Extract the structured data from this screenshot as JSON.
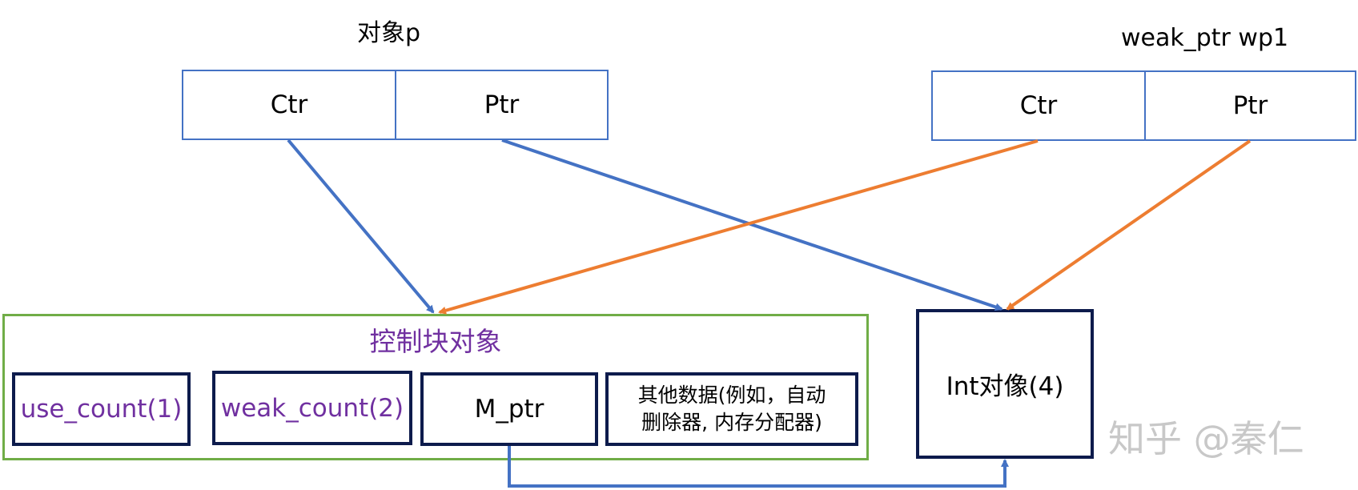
{
  "object_p": {
    "title": "对象p",
    "ctr_label": "Ctr",
    "ptr_label": "Ptr"
  },
  "weak_ptr": {
    "title": "weak_ptr wp1",
    "ctr_label": "Ctr",
    "ptr_label": "Ptr"
  },
  "control_block": {
    "title": "控制块对象",
    "use_count": "use_count(1)",
    "weak_count": "weak_count(2)",
    "m_ptr": "M_ptr",
    "other_data_line1": "其他数据(例如，自动",
    "other_data_line2": "删除器, 内存分配器)"
  },
  "int_object": {
    "label": "Int对像(4)"
  },
  "watermark": "知乎 @秦仁",
  "colors": {
    "shared_arrow": "#4472c4",
    "weak_arrow": "#ed7d31",
    "control_block_border": "#70ad47",
    "count_text": "#7030a0",
    "dark_border": "#0d1b4c"
  }
}
